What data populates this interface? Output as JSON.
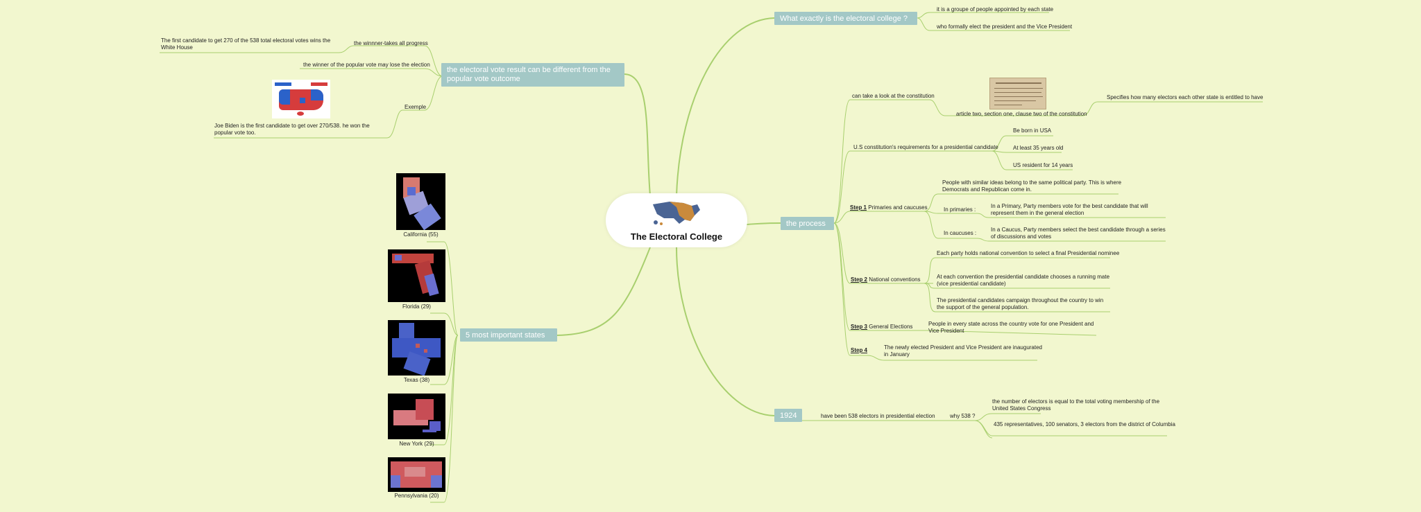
{
  "colors": {
    "background": "#f2f7cf",
    "connector": "#a8cf6e",
    "topic_fill": "#a3c8c6",
    "topic_text": "#ffffff"
  },
  "central": {
    "title": "The Electoral College",
    "image": "us-map-icon"
  },
  "topics": {
    "what": "What exactly is the electoral college ?",
    "process": "the process",
    "year": "1924",
    "states": "5 most important states",
    "vote": "the electoral vote result can be different from the popular vote outcome"
  },
  "what": {
    "a": "it is a groupe of people appointed by each state",
    "b": "who formally elect the president and the Vice President"
  },
  "process": {
    "constitution": "can take a look at the constitution",
    "article": "article two, section one, clause two of the constitution",
    "specifies": "Specifies how many electors each other state is entitled to have",
    "requirements": "U.S constitution's requirements for a presidential candidate",
    "req1": "Be born in USA",
    "req2": "At least 35 years old",
    "req3": "US resident for 14 years",
    "step1_label": "Step 1",
    "step1_text": "Primaries and caucuses",
    "step1_desc": "People with similar ideas belong to the same political party. This is where Democrats and Republican come in.",
    "primaries": "In primaries :",
    "primaries_desc": "In a Primary, Party members vote for the best candidate that will represent them in the general election",
    "caucuses": "In caucuses :",
    "caucuses_desc": "In a Caucus, Party members select the best candidate through a series of discussions and votes",
    "step2_label": "Step 2",
    "step2_text": "National conventions",
    "step2_a": "Each party holds national convention to select a final Presidential nominee",
    "step2_b": "At each convention the presidential candidate chooses a running mate (vice presidential candidate)",
    "step2_c": "The presidential candidates campaign throughout the country to win the support of the general population.",
    "step3_label": "Step 3",
    "step3_text": "General Elections",
    "step3_desc": "People in every state across the country vote for one President and Vice President",
    "step4_label": "Step 4",
    "step4_desc": "The newly elected President and Vice President are inaugurated in January"
  },
  "year": {
    "electors": "have been 538 electors in presidential election",
    "why": "why 538 ?",
    "a": "the number of electors is equal to the total voting membership of the United States Congress",
    "b": "435 representatives, 100 senators, 3 electors from the district of Columbia"
  },
  "states": [
    {
      "label": "California (55)",
      "map": "california-county-map"
    },
    {
      "label": "Florida (29)",
      "map": "florida-county-map"
    },
    {
      "label": "Texas (38)",
      "map": "texas-county-map"
    },
    {
      "label": "New York (29)",
      "map": "new-york-county-map"
    },
    {
      "label": "Pennsylvania (20)",
      "map": "pennsylvania-county-map"
    }
  ],
  "vote": {
    "winner_takes": "the winnner-takes all progress",
    "first_270": "The first candidate to get 270 of the 538 total electoral votes wins the White House",
    "popular_lose": "the winner of the popular vote may lose the election",
    "example": "Exemple",
    "biden": "Joe Biden is the first candidate to get over 270/538. he won the popular vote too."
  }
}
